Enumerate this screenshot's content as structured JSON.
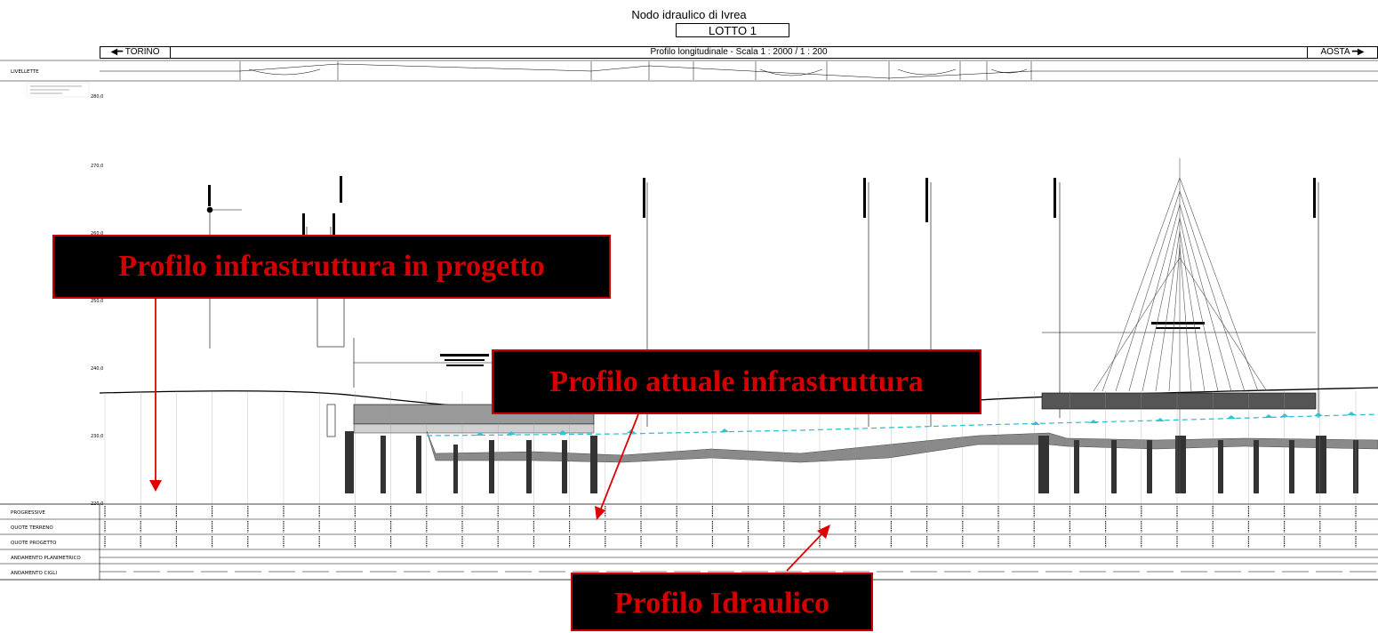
{
  "header": {
    "title": "Nodo idraulico di Ivrea",
    "lotto": "LOTTO 1",
    "left_city": "TORINO",
    "profile_title": "Profilo longitudinale - Scala 1 : 2000 / 1 : 200",
    "right_city": "AOSTA"
  },
  "rows": {
    "livellette": "LIVELLETTE",
    "progressive": "PROGRESSIVE",
    "quote_terreno": "QUOTE TERRENO",
    "quote_progetto": "QUOTE PROGETTO",
    "andamento_planimetrico": "ANDAMENTO PLANIMETRICO",
    "andamento_cigli": "ANDAMENTO CIGLI"
  },
  "elevation_axis": {
    "ticks": [
      "280,0",
      "270,0",
      "260,0",
      "250,0",
      "240,0",
      "230,0",
      "220,0"
    ]
  },
  "callouts": {
    "infrastructure_project": "Profilo infrastruttura in progetto",
    "infrastructure_current": "Profilo attuale infrastruttura",
    "hydraulic": "Profilo Idraulico"
  },
  "colors": {
    "callout_bg": "#000000",
    "callout_text": "#d40000",
    "arrow": "#e00000",
    "hydraulic_line": "#2fc3d6"
  }
}
